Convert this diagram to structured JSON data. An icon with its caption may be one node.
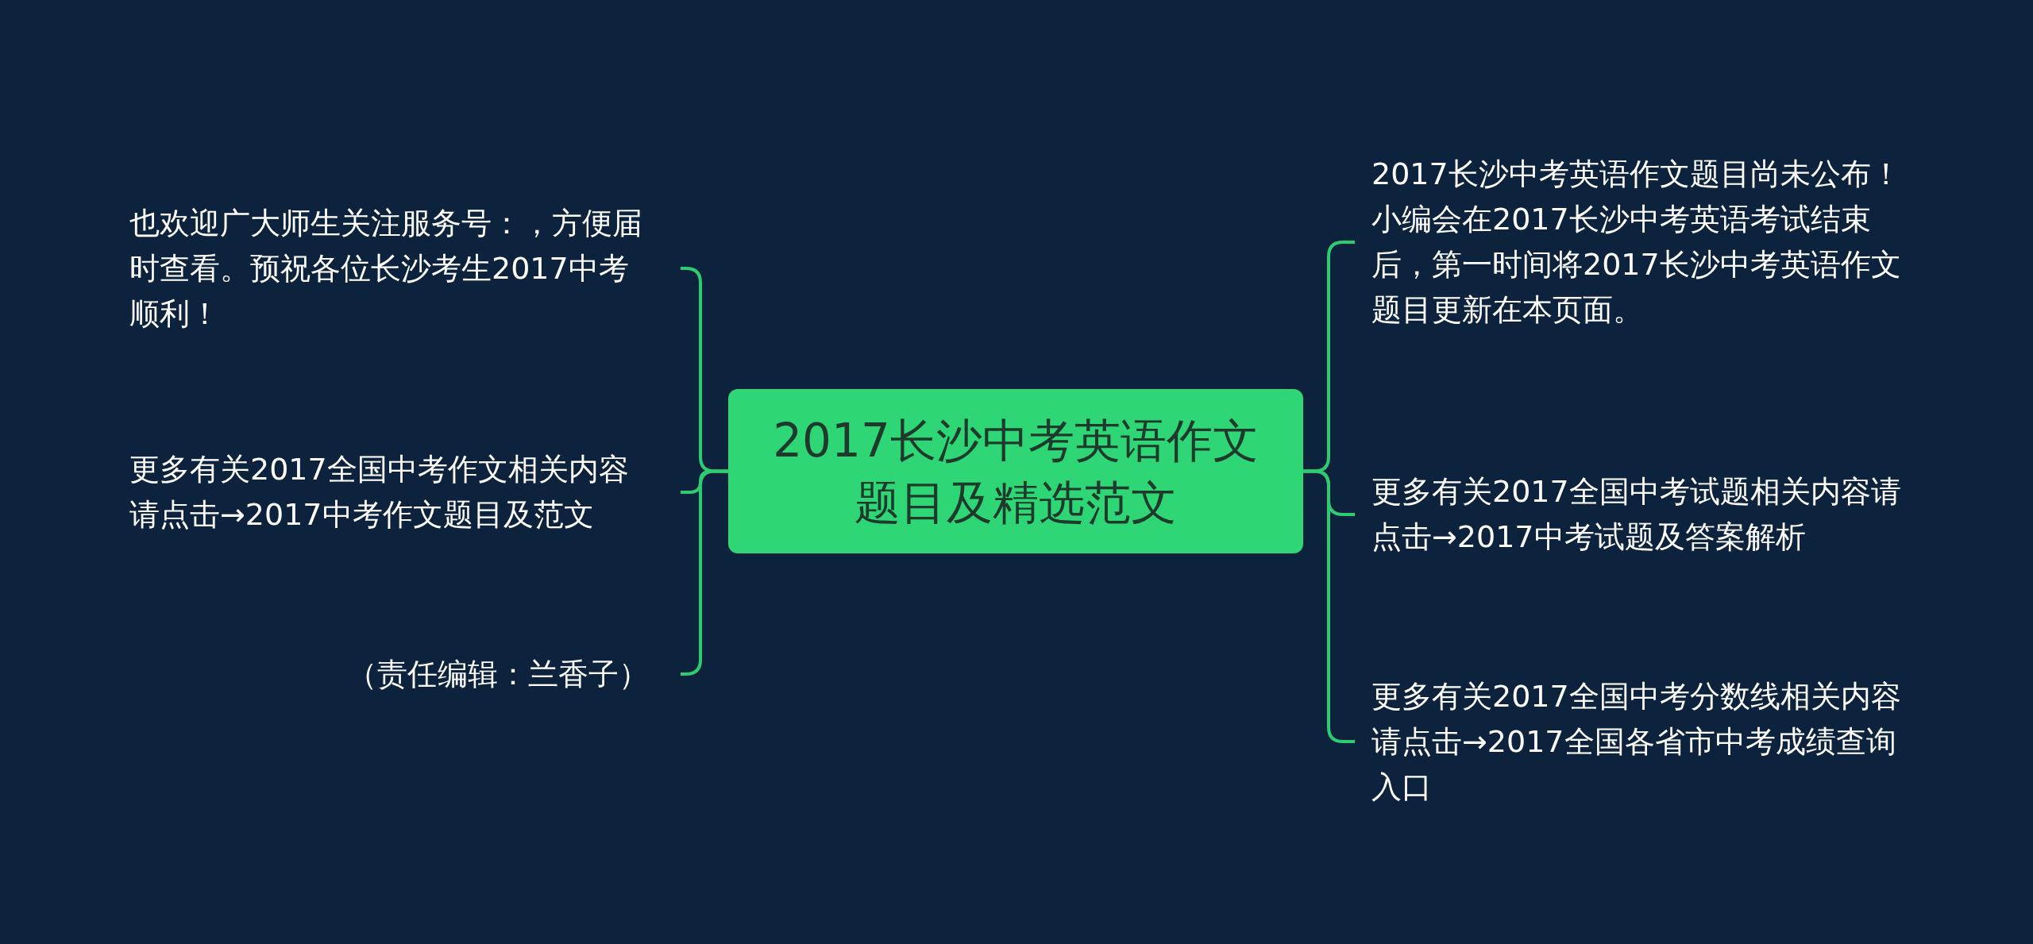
{
  "diagram": {
    "nodes": [
      {
        "text": [
          "2017长沙中考英语作文题目及精选范文"
        ]
      },
      {
        "text": [
          "也欢迎广大师生关注服务号：，方便届时查看。预祝各位长沙考生2017中考顺利！"
        ]
      },
      {
        "text": [
          "更多有关2017全国中考作文相关内容请点击→2017中考作文题目及范文"
        ]
      },
      {
        "text": [
          "（责任编辑：兰香子）"
        ]
      },
      {
        "text": [
          "2017长沙中考英语作文题目尚未公布！小编会在2017长沙中考英语考试结束后，第一时间将2017长沙中考英语作文题目更新在本页面。"
        ]
      },
      {
        "text": [
          "更多有关2017全国中考试题相关内容请点击→2017中考试题及答案解析"
        ]
      },
      {
        "text": [
          "更多有关2017全国中考分数线相关内容请点击→2017全国各省市中考成绩查询入口"
        ]
      }
    ],
    "edges": [
      {
        "from": 0,
        "to": 1,
        "arrow": "none"
      },
      {
        "from": 0,
        "to": 2,
        "arrow": "none"
      },
      {
        "from": 0,
        "to": 3,
        "arrow": "none"
      },
      {
        "from": 0,
        "to": 4,
        "arrow": "none"
      },
      {
        "from": 0,
        "to": 5,
        "arrow": "none"
      },
      {
        "from": 0,
        "to": 6,
        "arrow": "none"
      }
    ]
  }
}
